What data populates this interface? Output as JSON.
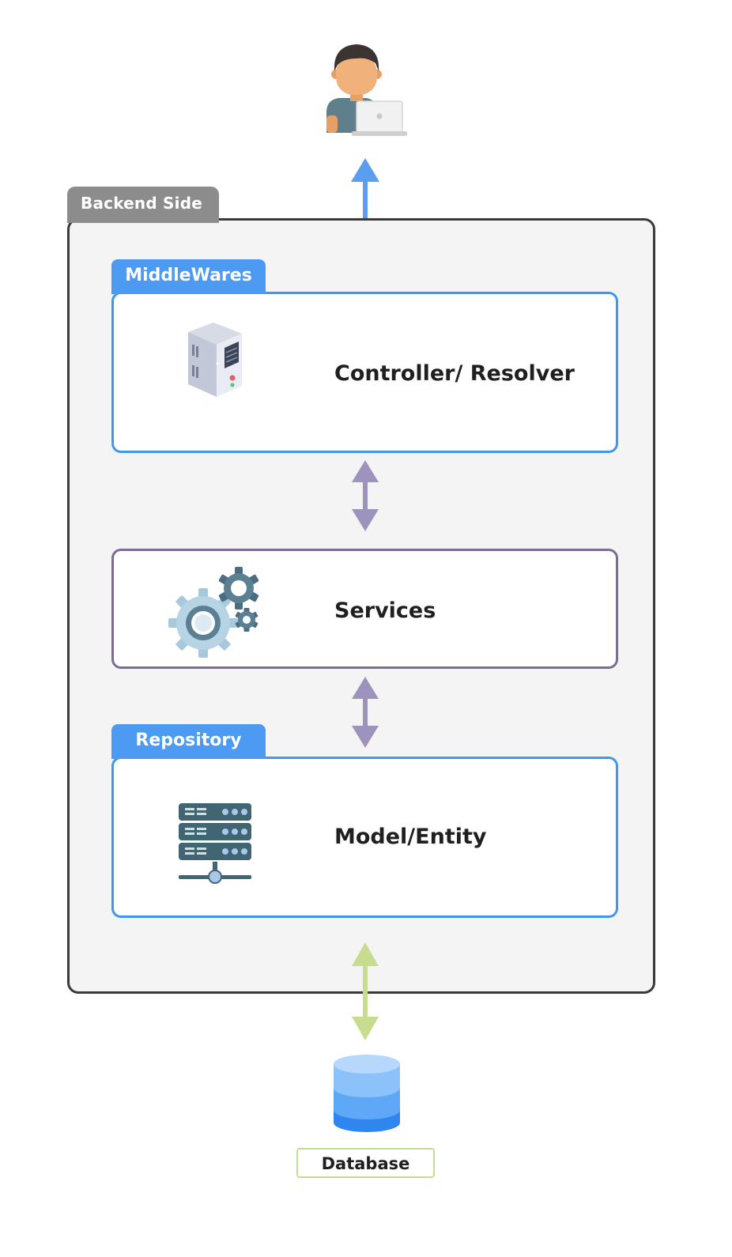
{
  "diagram": {
    "backend_side": {
      "label": "Backend Side"
    },
    "middlewares": {
      "label": "MiddleWares"
    },
    "controller": {
      "label": "Controller/ Resolver",
      "icon": "server-tower-icon"
    },
    "services": {
      "label": "Services",
      "icon": "gears-icon"
    },
    "repository": {
      "label": "Repository"
    },
    "model": {
      "label": "Model/Entity",
      "icon": "server-rack-icon"
    },
    "database": {
      "label": "Database",
      "icon": "database-icon"
    },
    "user": {
      "icon": "user-laptop-icon"
    },
    "colors": {
      "backend_tab": "#8c8c8c",
      "backend_border": "#3a3a3a",
      "backend_fill": "#f4f4f4",
      "blue_accent": "#4d9af2",
      "purple_border": "#7b6b95",
      "arrow_blue": "#5b9ef0",
      "arrow_purple": "#9d93bd",
      "arrow_green": "#c7dc8f",
      "database_label_border": "#c6db95"
    }
  }
}
